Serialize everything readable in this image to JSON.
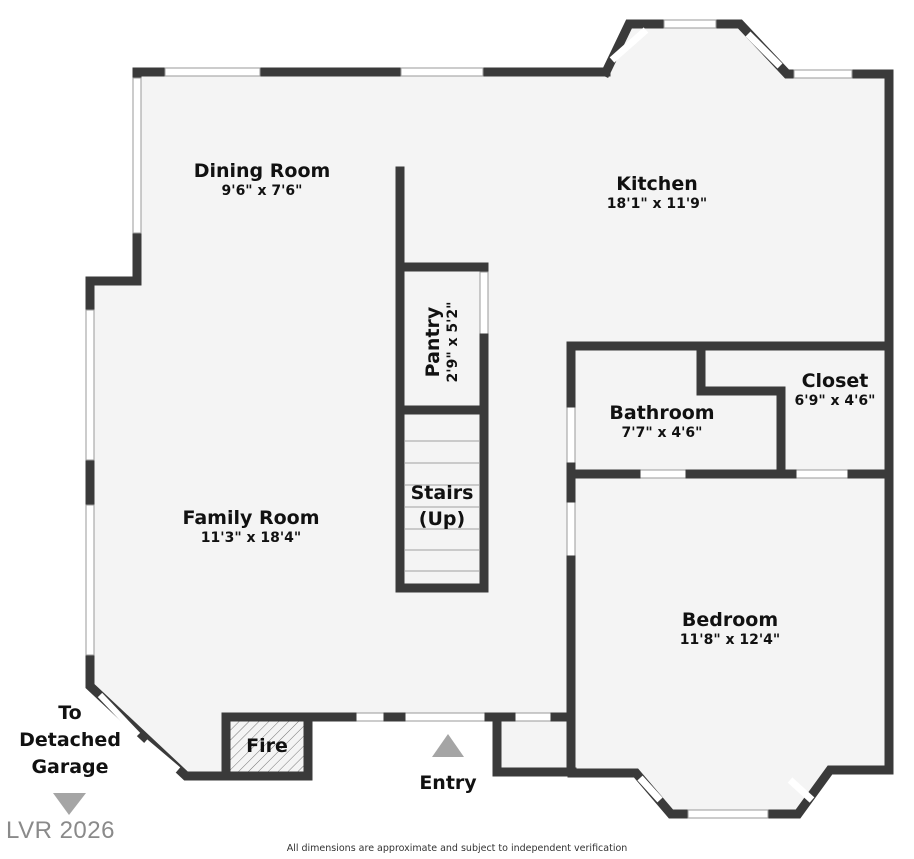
{
  "rooms": {
    "dining": {
      "name": "Dining Room",
      "dim": "9'6\" x 7'6\""
    },
    "kitchen": {
      "name": "Kitchen",
      "dim": "18'1\" x 11'9\""
    },
    "pantry": {
      "name": "Pantry",
      "dim": "2'9\" x 5'2\""
    },
    "stairs": {
      "name": "Stairs",
      "sub": "(Up)"
    },
    "bathroom": {
      "name": "Bathroom",
      "dim": "7'7\" x 4'6\""
    },
    "closet": {
      "name": "Closet",
      "dim": "6'9\" x 4'6\""
    },
    "family": {
      "name": "Family Room",
      "dim": "11'3\" x 18'4\""
    },
    "bedroom": {
      "name": "Bedroom",
      "dim": "11'8\" x 12'4\""
    },
    "fire": {
      "name": "Fire"
    }
  },
  "annotations": {
    "garage_line1": "To",
    "garage_line2": "Detached",
    "garage_line3": "Garage",
    "garage_arrow_icon": "triangle-down",
    "entry": "Entry",
    "entry_arrow_icon": "triangle-up"
  },
  "footer": {
    "watermark": "LVR 2026",
    "disclaimer": "All dimensions are approximate and subject to independent verification"
  },
  "colors": {
    "wall": "#3a3a3a",
    "floor": "#f4f4f4",
    "window": "#ffffff",
    "arrow": "#a5a5a5"
  }
}
